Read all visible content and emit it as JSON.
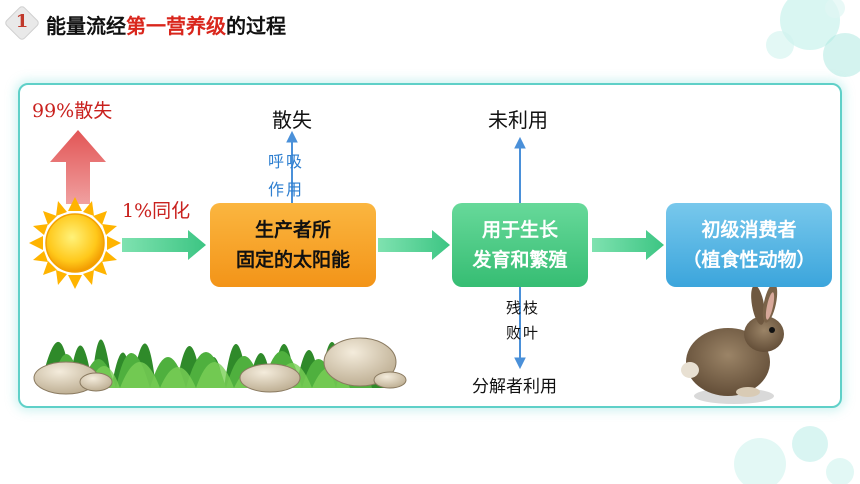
{
  "header": {
    "number": "1",
    "title_prefix": "能量流经",
    "title_highlight": "第一营养级",
    "title_suffix": "的过程"
  },
  "diagram": {
    "loss_99": "99%散失",
    "assimilation_1": "1%同化",
    "producer_line1": "生产者所",
    "producer_line2": "固定的太阳能",
    "loss_top": "散失",
    "respiration_line1": "呼吸",
    "respiration_line2": "作用",
    "growth_line1": "用于生长",
    "growth_line2": "发育和繁殖",
    "unused": "未利用",
    "litter_line1": "残枝",
    "litter_line2": "败叶",
    "decomposer": "分解者利用",
    "consumer_line1": "初级消费者",
    "consumer_line2": "（植食性动物）"
  },
  "colors": {
    "red_text": "#c9211e",
    "producer_box": "#f7a62c",
    "growth_box": "#43c47e",
    "consumer_box": "#4fb3e4",
    "arrow_green": "#4ccf8e",
    "arrow_blue": "#4a90d9",
    "panel_border": "#5fd0c8"
  },
  "icons": [
    "sun-icon",
    "grass-illustration",
    "rocks-illustration",
    "rabbit-illustration",
    "up-arrow-icon",
    "right-arrow-icon"
  ]
}
